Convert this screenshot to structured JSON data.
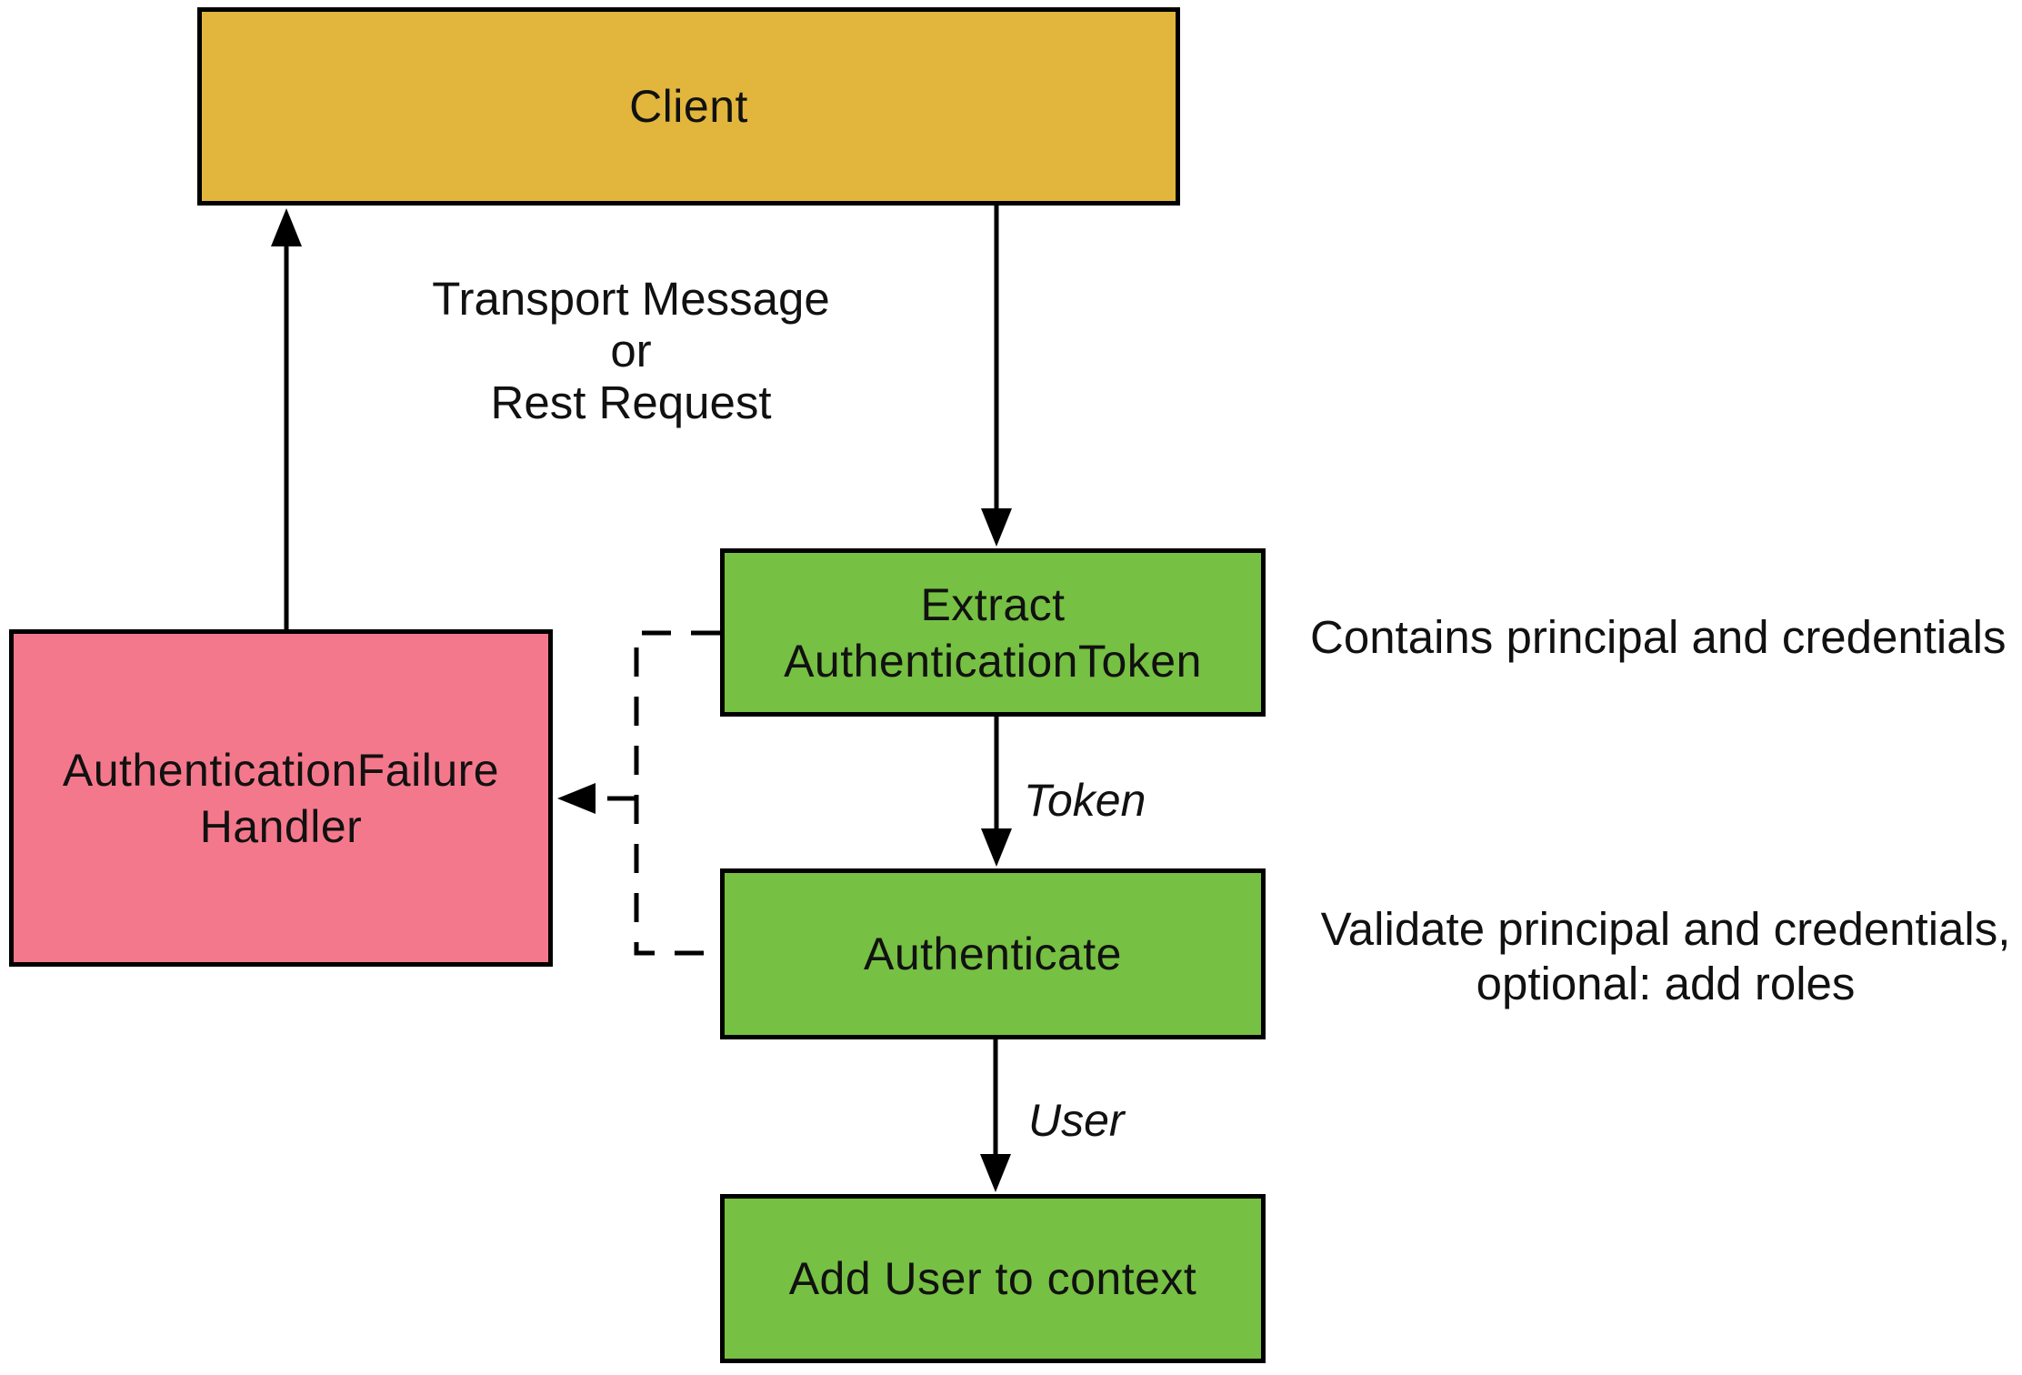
{
  "diagram": {
    "background": "#FFFFFF",
    "stroke_color": "#000000",
    "text_color": "#111111",
    "nodes": {
      "client": {
        "label": "Client",
        "fill": "#E2B63C"
      },
      "extract_token": {
        "lines": [
          "Extract",
          "AuthenticationToken"
        ],
        "fill": "#76C043"
      },
      "authenticate": {
        "label": "Authenticate",
        "fill": "#76C043"
      },
      "add_user": {
        "label": "Add User to context",
        "fill": "#76C043"
      },
      "failure_handler": {
        "lines": [
          "AuthenticationFailure",
          "Handler"
        ],
        "fill": "#F4788B"
      }
    },
    "edge_labels": {
      "client_request": {
        "lines": [
          "Transport Message",
          "or",
          "Rest Request"
        ]
      },
      "token": "Token",
      "user": "User"
    },
    "annotations": {
      "extract_note": "Contains principal and credentials",
      "authenticate_note": {
        "lines": [
          "Validate principal and credentials,",
          "optional: add roles"
        ]
      }
    }
  }
}
